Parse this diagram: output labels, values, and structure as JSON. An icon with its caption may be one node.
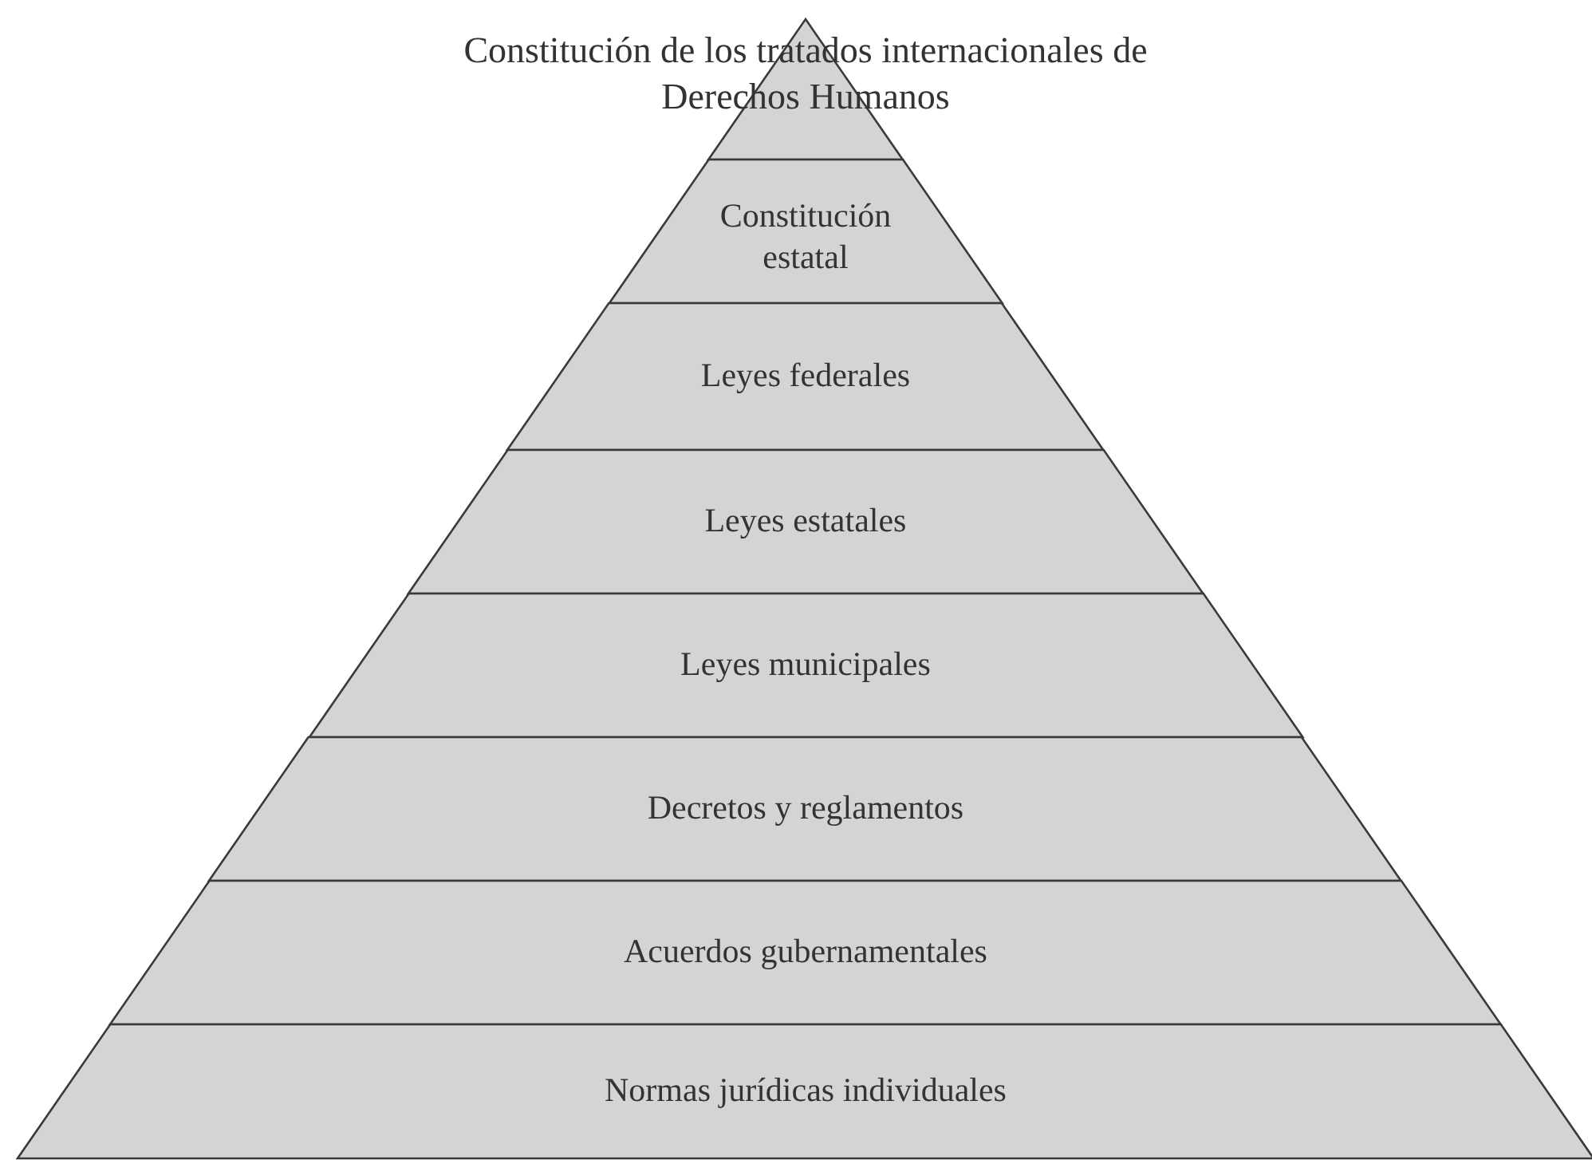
{
  "diagram": {
    "nodes": [
      {
        "text": [
          "Constitución de los tratados internacionales de Derechos Humanos"
        ]
      },
      {
        "text": [
          "Constitución estatal"
        ]
      },
      {
        "text": [
          "Leyes federales"
        ]
      },
      {
        "text": [
          "Leyes estatales"
        ]
      },
      {
        "text": [
          "Leyes municipales"
        ]
      },
      {
        "text": [
          "Decretos y reglamentos"
        ]
      },
      {
        "text": [
          "Acuerdos gubernamentales"
        ]
      },
      {
        "text": [
          "Normas jurídicas individuales"
        ]
      }
    ]
  }
}
